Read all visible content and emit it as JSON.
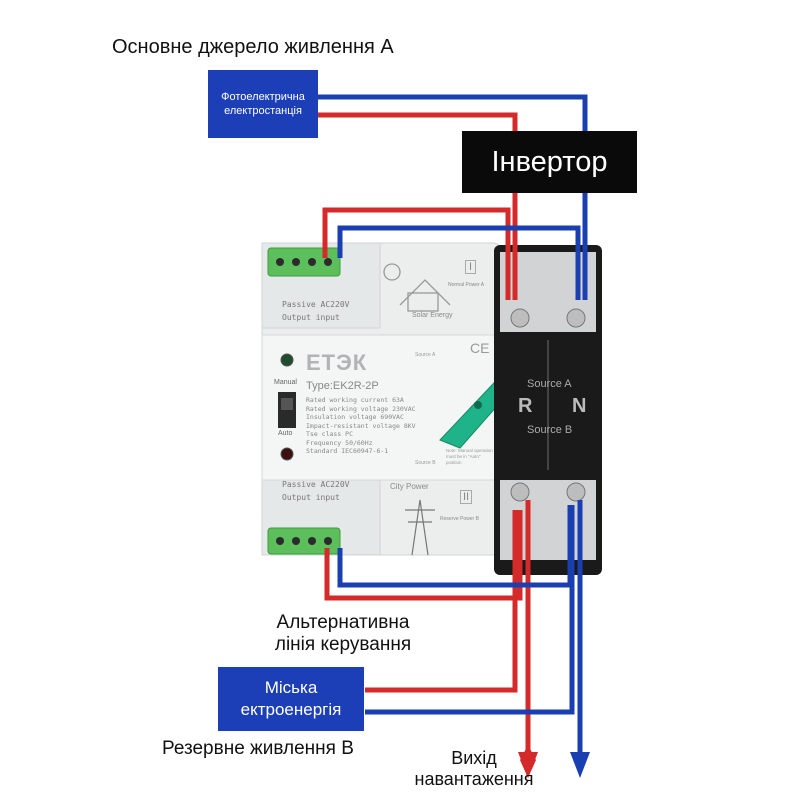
{
  "labels": {
    "main_source": "Основне джерело живлення А",
    "alt_control_line1": "Альтернативна",
    "alt_control_line2": "лінія керування",
    "backup_source": "Резервне живлення В",
    "load_output_line1": "Вихід",
    "load_output_line2": "навантаження"
  },
  "boxes": {
    "solar_line1": "Фотоелектрична",
    "solar_line2": "електростанція",
    "inverter": "Інвертор",
    "city_line1": "Міська",
    "city_line2": "ектроенергія"
  },
  "device": {
    "brand": "ЕТЭК",
    "type": "Type:EK2R-2P",
    "specs": [
      [
        "Rated working current",
        "63A"
      ],
      [
        "Rated working voltage",
        "230VAC"
      ],
      [
        "Insulation voltage",
        "690VAC"
      ],
      [
        "Impact-resistant voltage",
        "8KV"
      ],
      [
        "Tse class",
        "PC"
      ],
      [
        "Frequency",
        "50/60Hz"
      ],
      [
        "Standard",
        "IEC60947-6-1"
      ]
    ],
    "top_terminal": {
      "passive": "Passive",
      "voltage": "AC220V",
      "output": "Output",
      "input": "input"
    },
    "bottom_terminal": {
      "passive": "Passive",
      "voltage": "AC220V",
      "output": "Output",
      "input": "input"
    },
    "manual": "Manual",
    "auto": "Auto",
    "source_a_small": "Source A",
    "source_b_small": "Source B",
    "solar_energy": "Solar Energy",
    "normal_power": "Normal Power A",
    "city_power": "City Power",
    "reserve_power": "Reserve Power B",
    "roman_1": "I",
    "roman_2": "II",
    "ce": "CE",
    "note": "Note: Manual operation must be in \"Auto\" position",
    "breaker_source_a": "Source A",
    "breaker_r": "R",
    "breaker_n": "N",
    "breaker_source_b": "Source B"
  },
  "colors": {
    "red_wire": "#d42a2a",
    "blue_wire": "#1a3fb0",
    "label_box": "#1c3fb8",
    "inverter_box": "#0a0a0a",
    "handle": "#1fb38a"
  }
}
